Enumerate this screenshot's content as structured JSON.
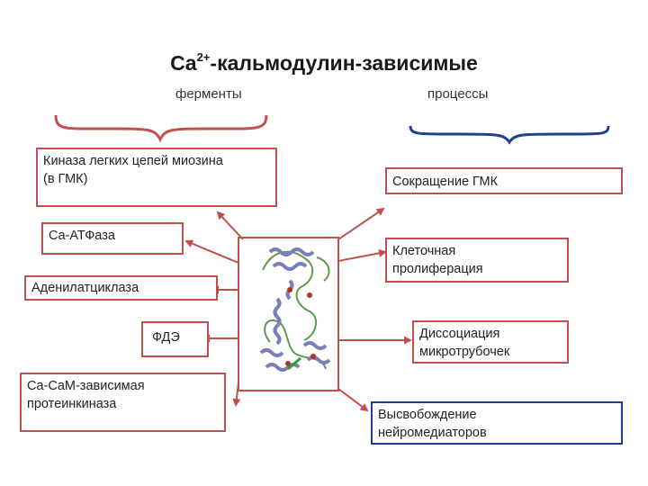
{
  "title": {
    "main": "Ca",
    "sup": "2+",
    "rest": "-кальмодулин-зависимые"
  },
  "enzymes_label": "ферменты",
  "processes_label": "процессы",
  "enzymes": [
    {
      "line1": "Киназа легких цепей миозина",
      "line2": "(в ГМК)"
    },
    {
      "line1": "Ca-АТФаза"
    },
    {
      "line1": "Аденилатциклаза"
    },
    {
      "line1": "ФДЭ"
    },
    {
      "line1": "Ca-CaM-зависимая",
      "line2": "протеинкиназа"
    }
  ],
  "processes": [
    {
      "line1": "Сокращение ГМК"
    },
    {
      "line1": "Клеточная",
      "line2": "пролиферация"
    },
    {
      "line1": "Диссоциация",
      "line2": "микротрубочек"
    },
    {
      "line1": "Высвобождение",
      "line2": "нейромедиаторов"
    }
  ],
  "colors": {
    "enzyme_border": "#c0504d",
    "brace_left": "#c0504d",
    "brace_right": "#1f3f8f",
    "highlight_border": "#1f3f8f"
  }
}
